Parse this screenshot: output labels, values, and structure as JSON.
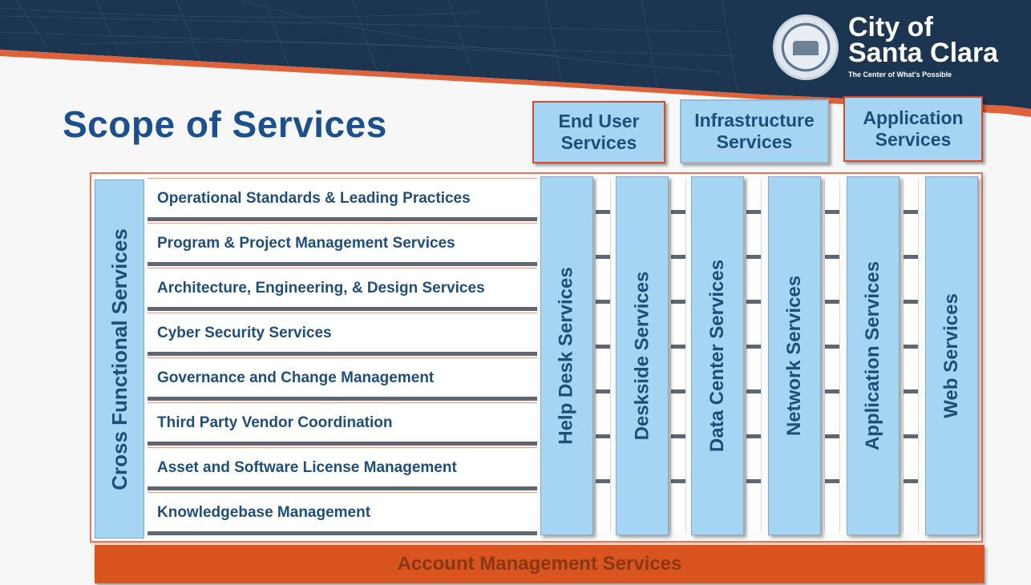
{
  "banner": {
    "city_line1": "City of",
    "city_line2": "Santa Clara",
    "tagline": "The Center of What's Possible",
    "seal_icon": "city-seal-icon",
    "colors": {
      "navy": "#1c3550",
      "accent_orange": "#e0623a"
    }
  },
  "title": "Scope of Services",
  "categories": [
    {
      "label": "End User Services"
    },
    {
      "label": "Infrastructure Services"
    },
    {
      "label": "Application Services"
    }
  ],
  "cross_functional_label": "Cross Functional Services",
  "cross_functional_items": [
    "Operational Standards & Leading Practices",
    "Program & Project Management Services",
    "Architecture, Engineering, & Design Services",
    "Cyber Security Services",
    "Governance and Change Management",
    "Third Party Vendor Coordination",
    "Asset and Software License Management",
    "Knowledgebase Management"
  ],
  "service_columns": [
    "Help Desk Services",
    "Deskside Services",
    "Data Center Services",
    "Network Services",
    "Application Services",
    "Web Services"
  ],
  "footer_bar": "Account Management Services",
  "colors": {
    "box_fill": "#a5d5f3",
    "text_blue": "#1f4e79",
    "title_blue": "#1b4f8e",
    "footer_orange": "#d9541f"
  }
}
